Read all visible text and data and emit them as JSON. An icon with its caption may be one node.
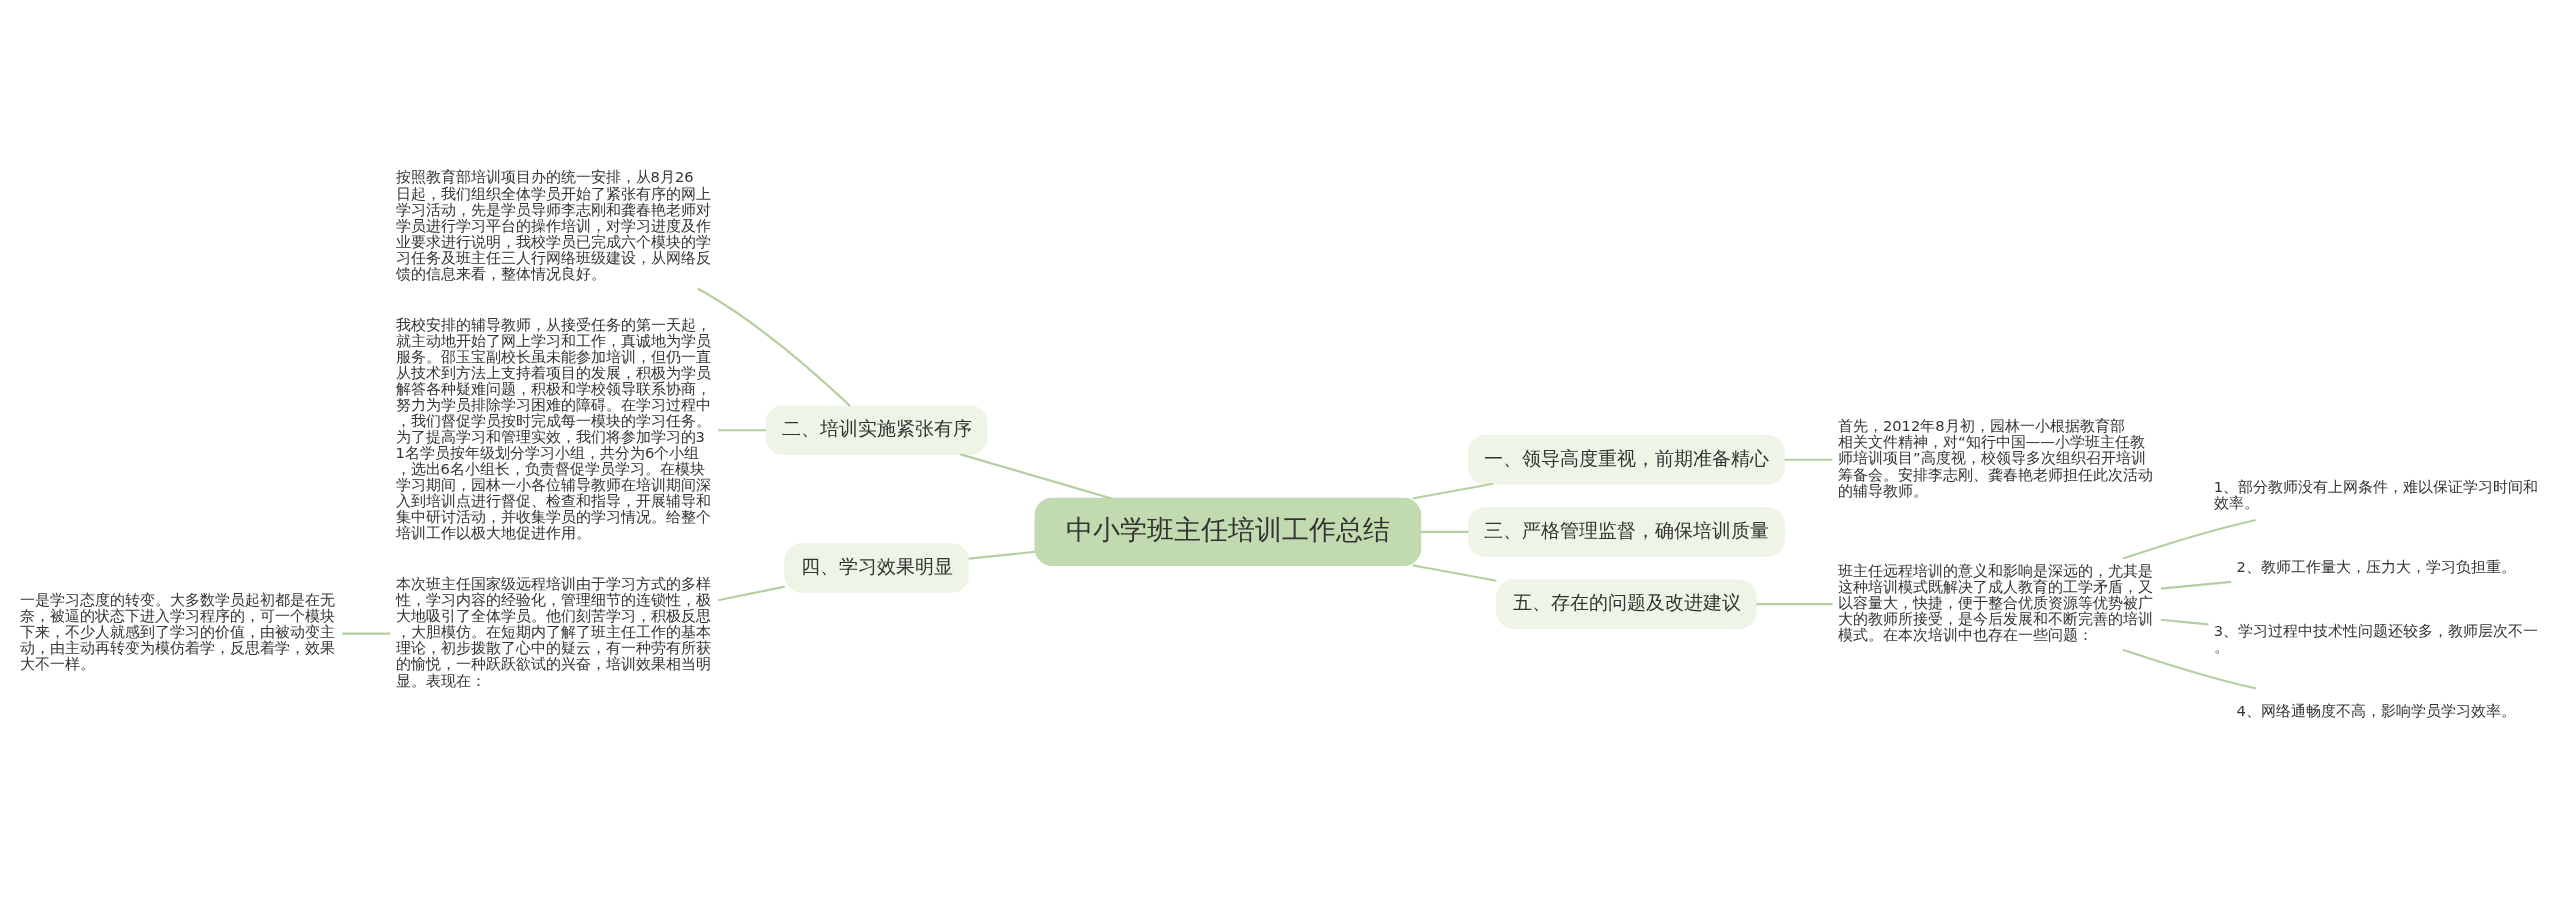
{
  "diagram": {
    "nodes": [
      {
        "text": [
          "中小学班主任培训工作总结"
        ]
      },
      {
        "text": [
          "一、领导高度重视，前期准备精心"
        ]
      },
      {
        "text": [
          "首先，2012年8月初，园林一小根据教育部相关文件精神，对“知行中国——小学班主任教师培训项目”高度视，校领导多次组织召开培训筹备会。安排李志刚、龚春艳老师担任此次活动的辅导教师。"
        ]
      },
      {
        "text": [
          "三、严格管理监督，确保培训质量"
        ]
      },
      {
        "text": [
          "五、存在的问题及改进建议"
        ]
      },
      {
        "text": [
          "班主任远程培训的意义和影响是深远的，尤其是这种培训模式既解决了成人教育的工学矛盾，又以容量大，快捷，便于整合优质资源等优势被广大的教师所接受，是今后发展和不断完善的培训模式。在本次培训中也存在一些问题："
        ]
      },
      {
        "text": [
          "1、部分教师没有上网条件，难以保证学习时间和效率。"
        ]
      },
      {
        "text": [
          "2、教师工作量大，压力大，学习负担重。"
        ]
      },
      {
        "text": [
          "3、学习过程中技术性问题还较多，教师层次不一。"
        ]
      },
      {
        "text": [
          "4、网络通畅度不高，影响学员学习效率。"
        ]
      },
      {
        "text": [
          "二、培训实施紧张有序"
        ]
      },
      {
        "text": [
          "按照教育部培训项目办的统一安排，从8月26日起，我们组织全体学员开始了紧张有序的网上学习活动，先是学员导师李志刚和龚春艳老师对学员进行学习平台的操作培训，对学习进度及作业要求进行说明，我校学员已完成六个模块的学习任务及班主任三人行网络班级建设，从网络反馈的信息来看，整体情况良好。"
        ]
      },
      {
        "text": [
          "我校安排的辅导教师，从接受任务的第一天起，就主动地开始了网上学习和工作，真诚地为学员服务。邵玉宝副校长虽未能参加培训，但仍一直从技术到方法上支持着项目的发展，积极为学员解答各种疑难问题，积极和学校领导联系协商，努力为学员排除学习困难的障碍。在学习过程中，我们督促学员按时完成每一模块的学习任务。为了提高学习和管理实效，我们将参加学习的31名学员按年级划分学习小组，共分为6个小组，选出6名小组长，负责督促学员学习。在模块学习期间，园林一小各位辅导教师在培训期间深入到培训点进行督促、检查和指导，开展辅导和集中研讨活动，并收集学员的学习情况。给整个培训工作以极大地促进作用。"
        ]
      },
      {
        "text": [
          "四、学习效果明显"
        ]
      },
      {
        "text": [
          "本次班主任国家级远程培训由于学习方式的多样性，学习内容的经验化，管理细节的连锁性，极大地吸引了全体学员。他们刻苦学习，积极反思，大胆模仿。在短期内了解了班主任工作的基本理论，初步拨散了心中的疑云，有一种劳有所获的愉悦，一种跃跃欲试的兴奋，培训效果相当明显。表现在："
        ]
      },
      {
        "text": [
          "一是学习态度的转变。大多数学员起初都是在无奈，被逼的状态下进入学习程序的，可一个模块下来，不少人就感到了学习的价值，由被动变主动，由主动再转变为模仿着学，反思着学，效果大不一样。"
        ]
      }
    ],
    "edges": [
      {
        "from": 0,
        "to": 1,
        "arrow": "none"
      },
      {
        "from": 1,
        "to": 2,
        "arrow": "none"
      },
      {
        "from": 0,
        "to": 3,
        "arrow": "none"
      },
      {
        "from": 0,
        "to": 4,
        "arrow": "none"
      },
      {
        "from": 4,
        "to": 5,
        "arrow": "none"
      },
      {
        "from": 5,
        "to": 6,
        "arrow": "none"
      },
      {
        "from": 5,
        "to": 7,
        "arrow": "none"
      },
      {
        "from": 5,
        "to": 8,
        "arrow": "none"
      },
      {
        "from": 5,
        "to": 9,
        "arrow": "none"
      },
      {
        "from": 0,
        "to": 10,
        "arrow": "none"
      },
      {
        "from": 10,
        "to": 11,
        "arrow": "none"
      },
      {
        "from": 10,
        "to": 12,
        "arrow": "none"
      },
      {
        "from": 0,
        "to": 13,
        "arrow": "none"
      },
      {
        "from": 13,
        "to": 14,
        "arrow": "none"
      },
      {
        "from": 14,
        "to": 15,
        "arrow": "none"
      }
    ]
  }
}
